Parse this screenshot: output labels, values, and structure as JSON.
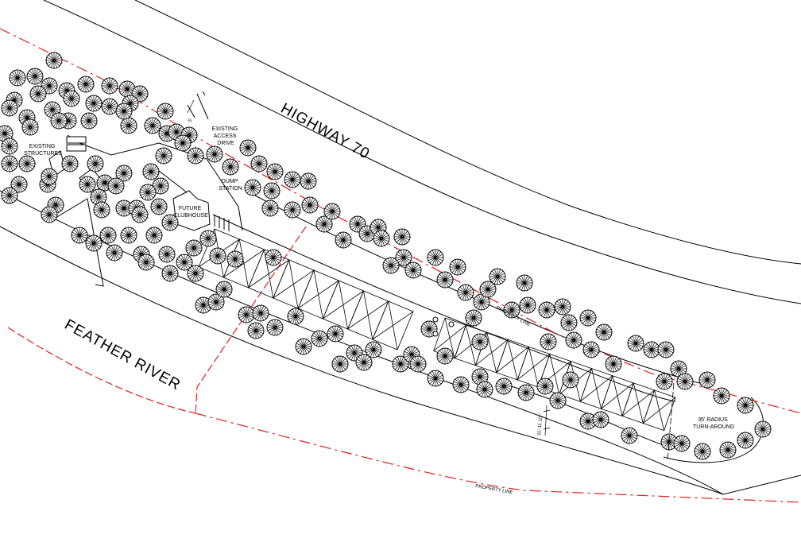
{
  "labels": {
    "highway": "HIGHWAY 70",
    "river": "FEATHER RIVER",
    "existing_structures": [
      "EXISTING",
      "STRUCTURES"
    ],
    "existing_access_drive": [
      "EXISTING",
      "ACCESS",
      "DRIVE"
    ],
    "dump_station": [
      "DUMP",
      "STATION"
    ],
    "future_clubhouse": [
      "FUTURE",
      "CLUBHOUSE"
    ],
    "turn_around": [
      "35' RADIUS",
      "TURN-AROUND"
    ],
    "property_line_upper": "PROPERTY LINE",
    "property_line_lower": "PROPERTY LINE",
    "dim_width": "11'-11 1/2\"",
    "dim_setback": "5'"
  },
  "colors": {
    "linework": "#000000",
    "property_line": "#e0201c",
    "background": "#ffffff"
  },
  "symbols": {
    "tree": "tree-symbol",
    "rv_site": "rv-site-x-symbol"
  }
}
